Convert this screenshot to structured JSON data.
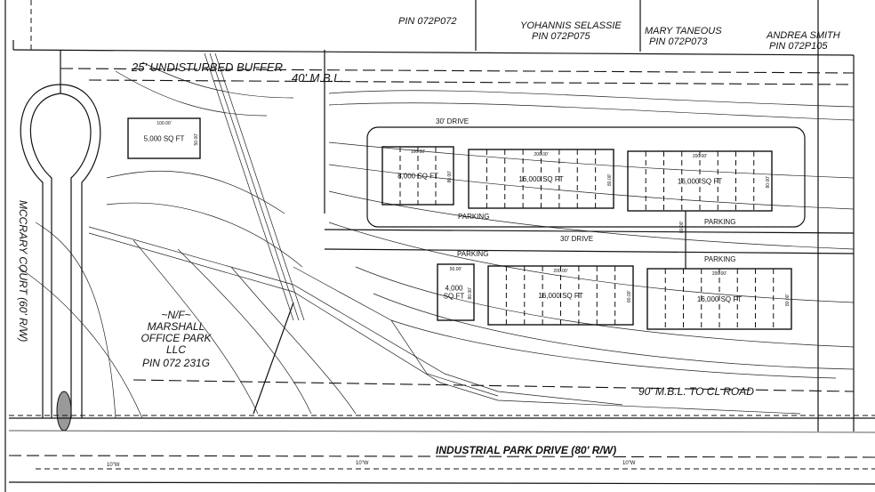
{
  "owners": [
    {
      "pin": "PIN 072P072",
      "name": ""
    },
    {
      "name": "YOHANNIS SELASSIE",
      "pin": "PIN 072P075"
    },
    {
      "name": "MARY TANEOUS",
      "pin": "PIN 072P073"
    },
    {
      "name": "ANDREA SMITH",
      "pin": "PIN 072P105"
    }
  ],
  "buffer_label": "25' UNDISTURBED BUFFER",
  "mbl_label": "40' M.B.L.",
  "road_mbl_label": "90' M.B.L. TO CL ROAD",
  "street_left": "MCCRARY COURT (60' R/W)",
  "street_bottom": "INDUSTRIAL PARK DRIVE (80' R/W)",
  "adjacent": {
    "nf": "~N/F~",
    "line1": "MARSHALL",
    "line2": "OFFICE PARK",
    "line3": "LLC",
    "pin": "PIN 072 231G"
  },
  "drives": [
    "30' DRIVE",
    "30' DRIVE"
  ],
  "parking": [
    "PARKING",
    "PARKING",
    "PARKING",
    "PARKING"
  ],
  "buildings": [
    {
      "area": "5,000 SQ FT",
      "width": "100.00'",
      "depth": "50.00'"
    },
    {
      "area": "8,000 SQ FT",
      "width": "100.00'",
      "depth": "80.00'"
    },
    {
      "area": "16,000 SQ FT",
      "width": "200.00'",
      "depth": "80.00'"
    },
    {
      "area": "16,000 SQ FT",
      "width": "200.00'",
      "depth": "80.00'"
    },
    {
      "area": "4,000",
      "area2": "SQ FT",
      "width": "50.00'",
      "depth": "80.00'"
    },
    {
      "area": "16,000 SQ FT",
      "width": "200.00'",
      "depth": "80.00'"
    },
    {
      "area": "16,000 SQ FT",
      "width": "200.00'",
      "depth": "80.00'"
    }
  ],
  "separation_dim": "80.00'",
  "contour_labels": [
    "10\"W"
  ]
}
